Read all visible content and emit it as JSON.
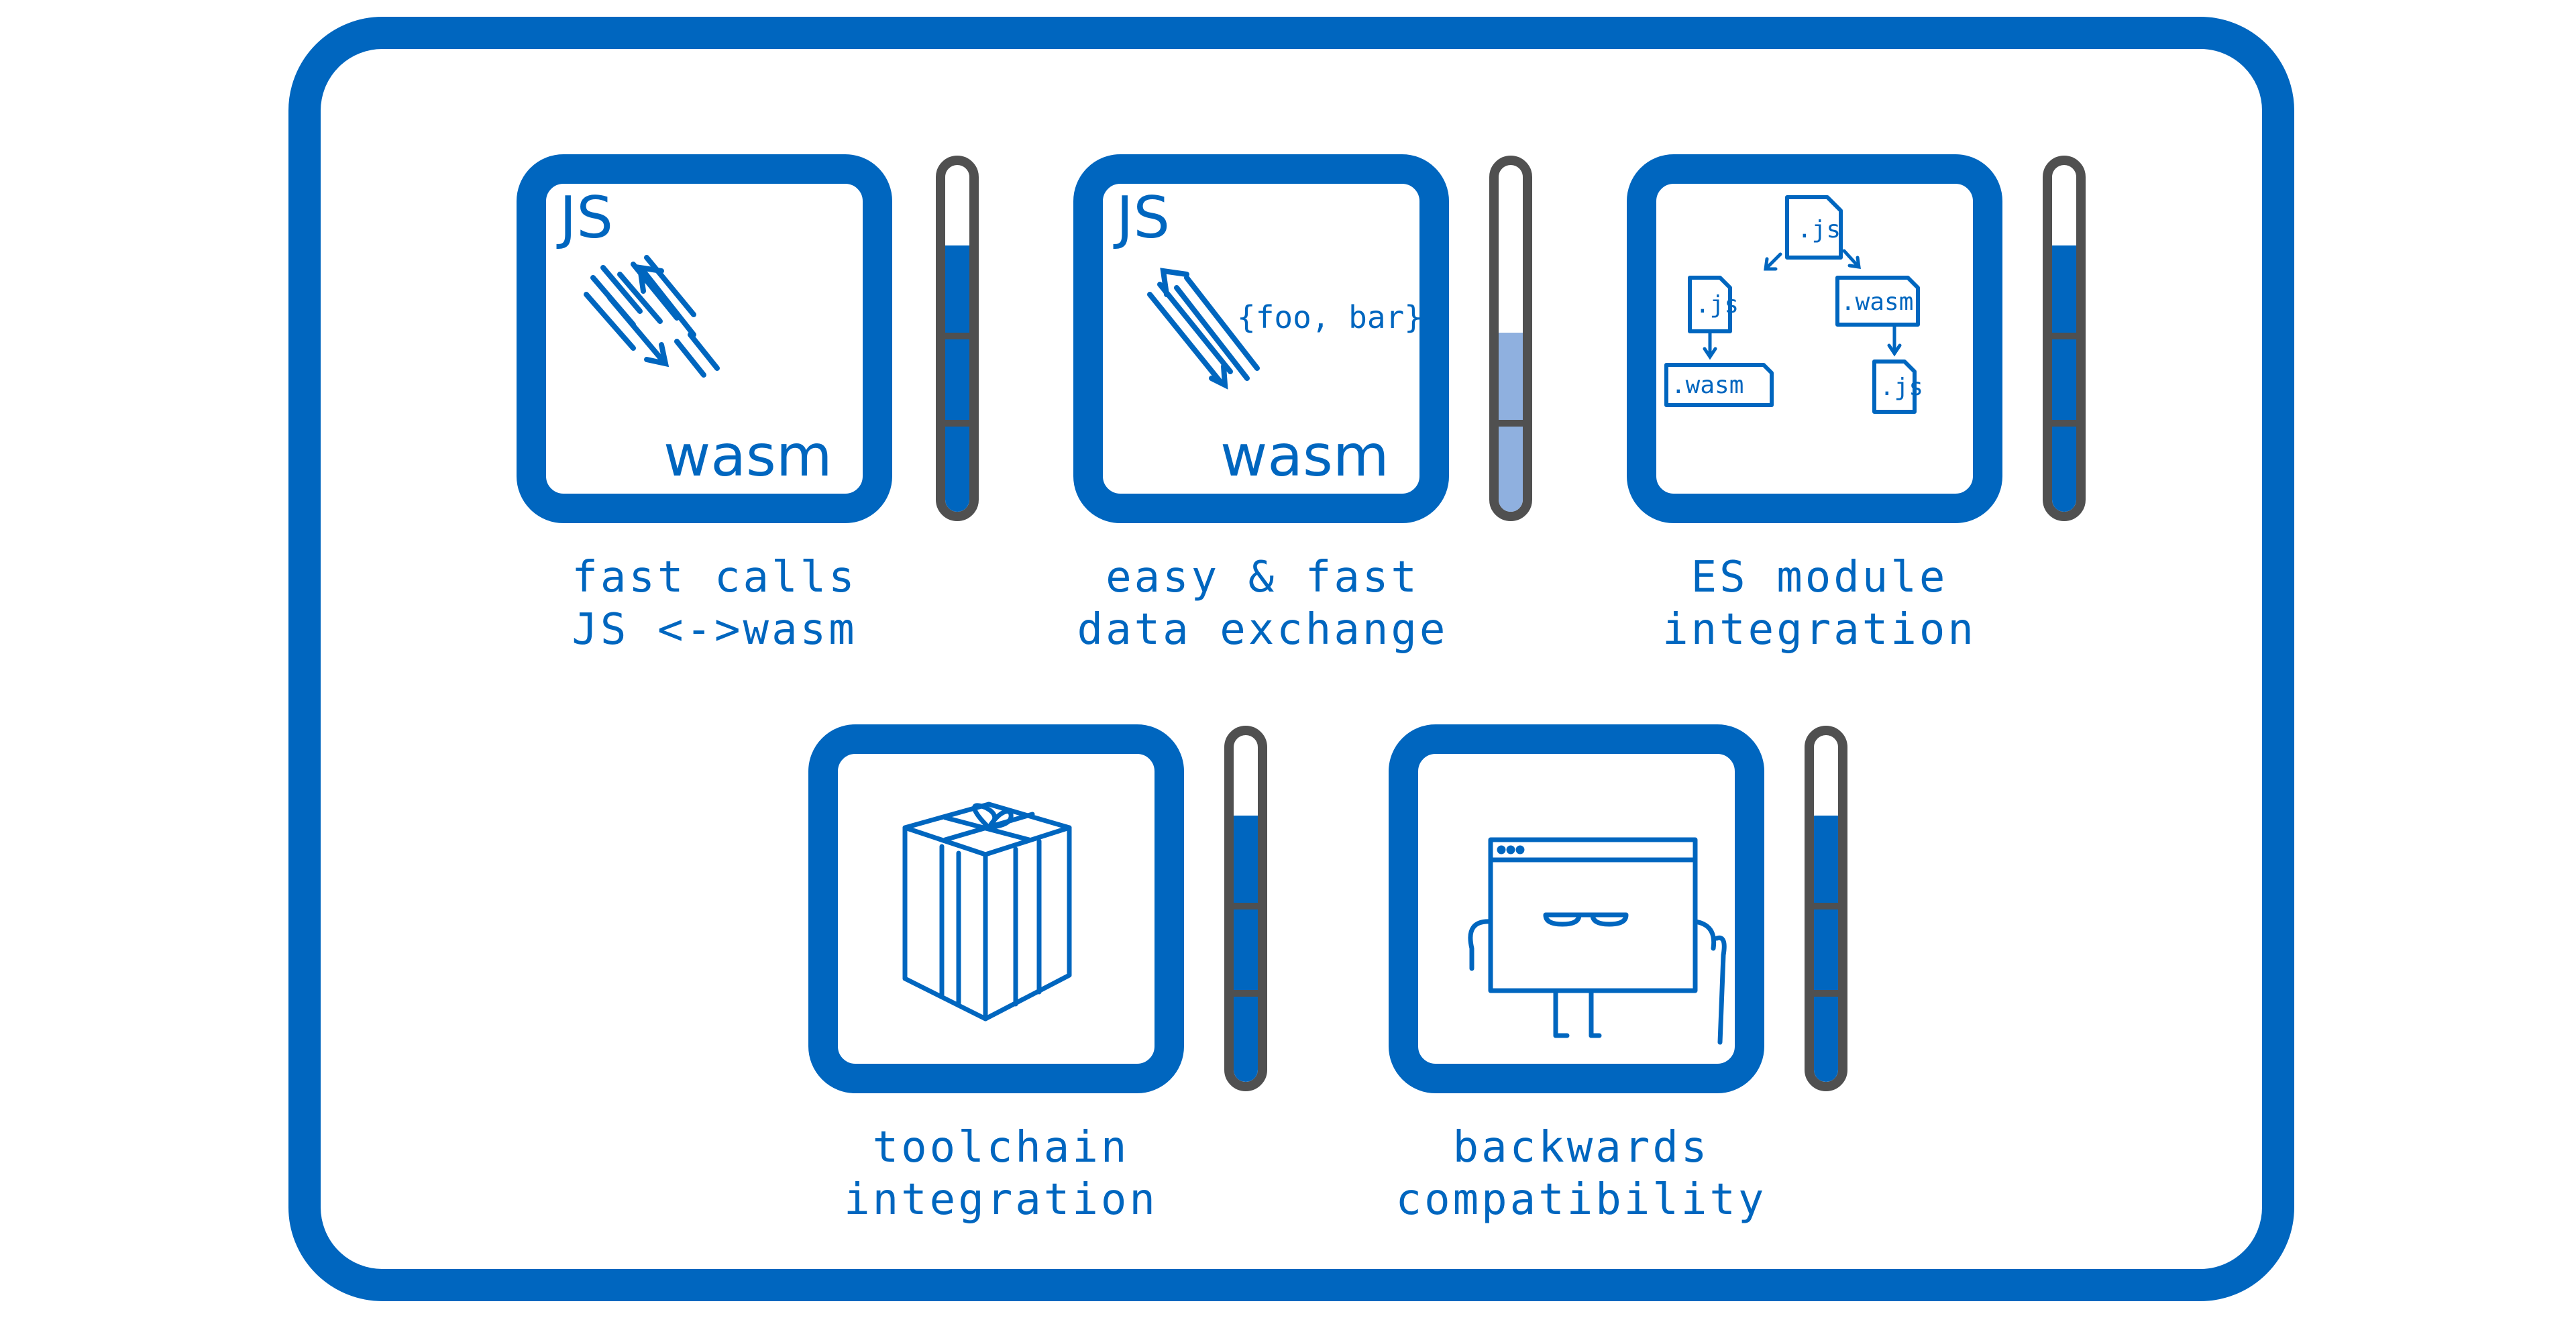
{
  "features": [
    {
      "id": "fast-calls",
      "caption_lines": [
        "fast calls",
        "JS <->wasm"
      ],
      "icon": "js-wasm-arrows-icon",
      "labels": {
        "js": "JS",
        "wasm": "wasm"
      },
      "progress": 0.75
    },
    {
      "id": "data-exchange",
      "caption_lines": [
        "easy & fast",
        "data exchange"
      ],
      "icon": "js-wasm-data-icon",
      "labels": {
        "js": "JS",
        "wasm": "wasm",
        "data": "{foo, bar}"
      },
      "progress": 0.5
    },
    {
      "id": "es-module",
      "caption_lines": [
        "ES module",
        "integration"
      ],
      "icon": "module-tree-icon",
      "labels": {
        "root": ".js",
        "mid_left": ".js",
        "mid_right": ".wasm",
        "bottom_left": ".wasm",
        "bottom_right": ".js"
      },
      "progress": 0.75
    },
    {
      "id": "toolchain",
      "caption_lines": [
        "toolchain",
        "integration"
      ],
      "icon": "gift-box-icon",
      "progress": 0.75
    },
    {
      "id": "backwards-compat",
      "caption_lines": [
        "backwards",
        "compatibility"
      ],
      "icon": "old-browser-character-icon",
      "progress": 0.75
    }
  ],
  "colors": {
    "accent": "#0066bf",
    "meter_fill": "#0066bf",
    "meter_partial": "#8fb0df",
    "meter_border": "#505050"
  }
}
